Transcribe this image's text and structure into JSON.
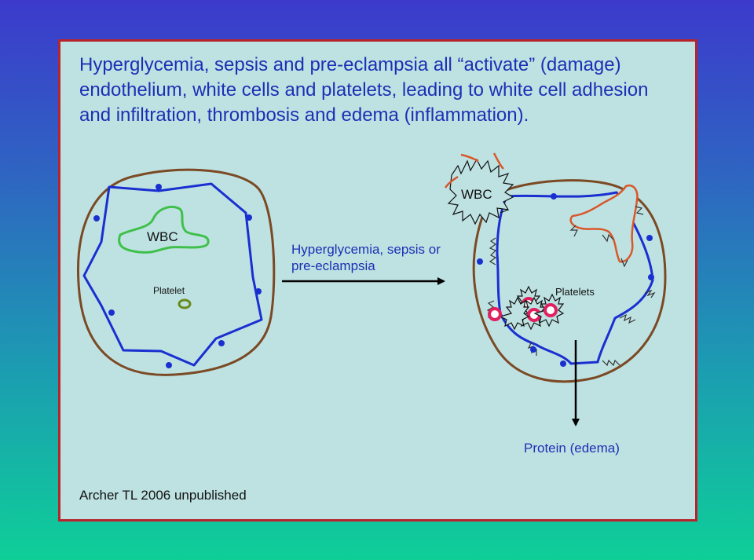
{
  "slide": {
    "title": "Hyperglycemia,  sepsis and pre-eclampsia all “activate” (damage) endothelium, white cells and platelets, leading to white cell adhesion and infiltration, thrombosis and edema (inflammation).",
    "citation": "Archer TL 2006 unpublished"
  },
  "normal_vessel": {
    "wbc_label": "WBC",
    "platelet_label": "Platelet"
  },
  "transition": {
    "arrow_label": "Hyperglycemia, sepsis or pre-eclampsia"
  },
  "activated_vessel": {
    "wbc_label": "WBC",
    "platelets_label": "Platelets",
    "outflow_label": "Protein (edema)"
  },
  "colors": {
    "background_top": "#3c3acc",
    "background_bottom": "#0ecf98",
    "panel": "#bee2e2",
    "panel_border": "#b8242b",
    "title_text": "#1d2fb5",
    "vessel_wall": "#7b4a24",
    "endothelium": "#1a2fd0",
    "wbc_normal": "#3fc04a",
    "platelet_normal": "#6a8a1a",
    "activated_wbc_edge": "#d9572a",
    "platelet_activated": "#e0205f"
  }
}
